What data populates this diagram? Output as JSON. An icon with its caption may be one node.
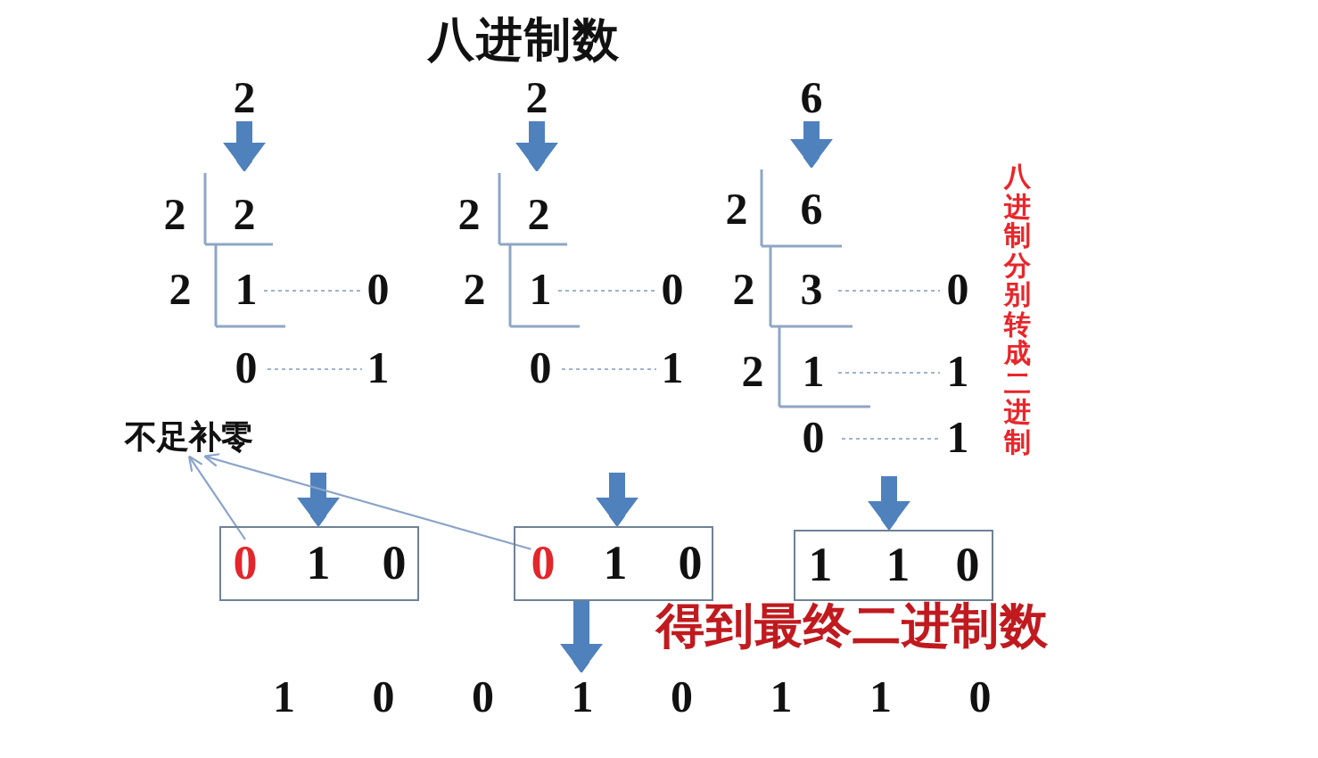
{
  "diagram": {
    "title": "八进制数",
    "nodes": [
      {
        "text": [
          "2"
        ]
      },
      {
        "text": [
          "2"
        ]
      },
      {
        "text": [
          "6"
        ]
      },
      {
        "text": [
          "2",
          "2",
          "2",
          "1",
          "0",
          "0",
          "1"
        ]
      },
      {
        "text": [
          "2",
          "2",
          "2",
          "1",
          "0",
          "0",
          "1"
        ]
      },
      {
        "text": [
          "2",
          "6",
          "2",
          "3",
          "0",
          "2",
          "1",
          "1",
          "0",
          "1"
        ]
      },
      {
        "text": [
          "不足补零"
        ]
      },
      {
        "text": [
          "1",
          "0"
        ]
      },
      {
        "text": [
          "0"
        ],
        "in": 7
      },
      {
        "text": [
          "1",
          "0"
        ]
      },
      {
        "text": [
          "0"
        ],
        "in": 9
      },
      {
        "text": [
          "1",
          "1",
          "0"
        ]
      },
      {
        "text": [
          "1 0 0 1 0 1 1 0"
        ]
      }
    ],
    "edges": [
      {
        "from": 0,
        "to": 3,
        "arrow": "to"
      },
      {
        "from": 1,
        "to": 4,
        "arrow": "to"
      },
      {
        "from": 2,
        "to": 5,
        "arrow": "to"
      },
      {
        "from": null,
        "to": 7,
        "arrow": "to"
      },
      {
        "from": null,
        "to": 9,
        "arrow": "to"
      },
      {
        "from": null,
        "to": 11,
        "arrow": "to"
      },
      {
        "from": 8,
        "to": 6,
        "arrow": "to",
        "color": "#8aa4c8"
      },
      {
        "from": 10,
        "to": 6,
        "arrow": "to",
        "color": "#8aa4c8"
      },
      {
        "from": 9,
        "to": 12,
        "arrow": "to"
      }
    ],
    "labels": [
      "八进制分别转成二进制",
      "得到最终二进制数"
    ]
  }
}
